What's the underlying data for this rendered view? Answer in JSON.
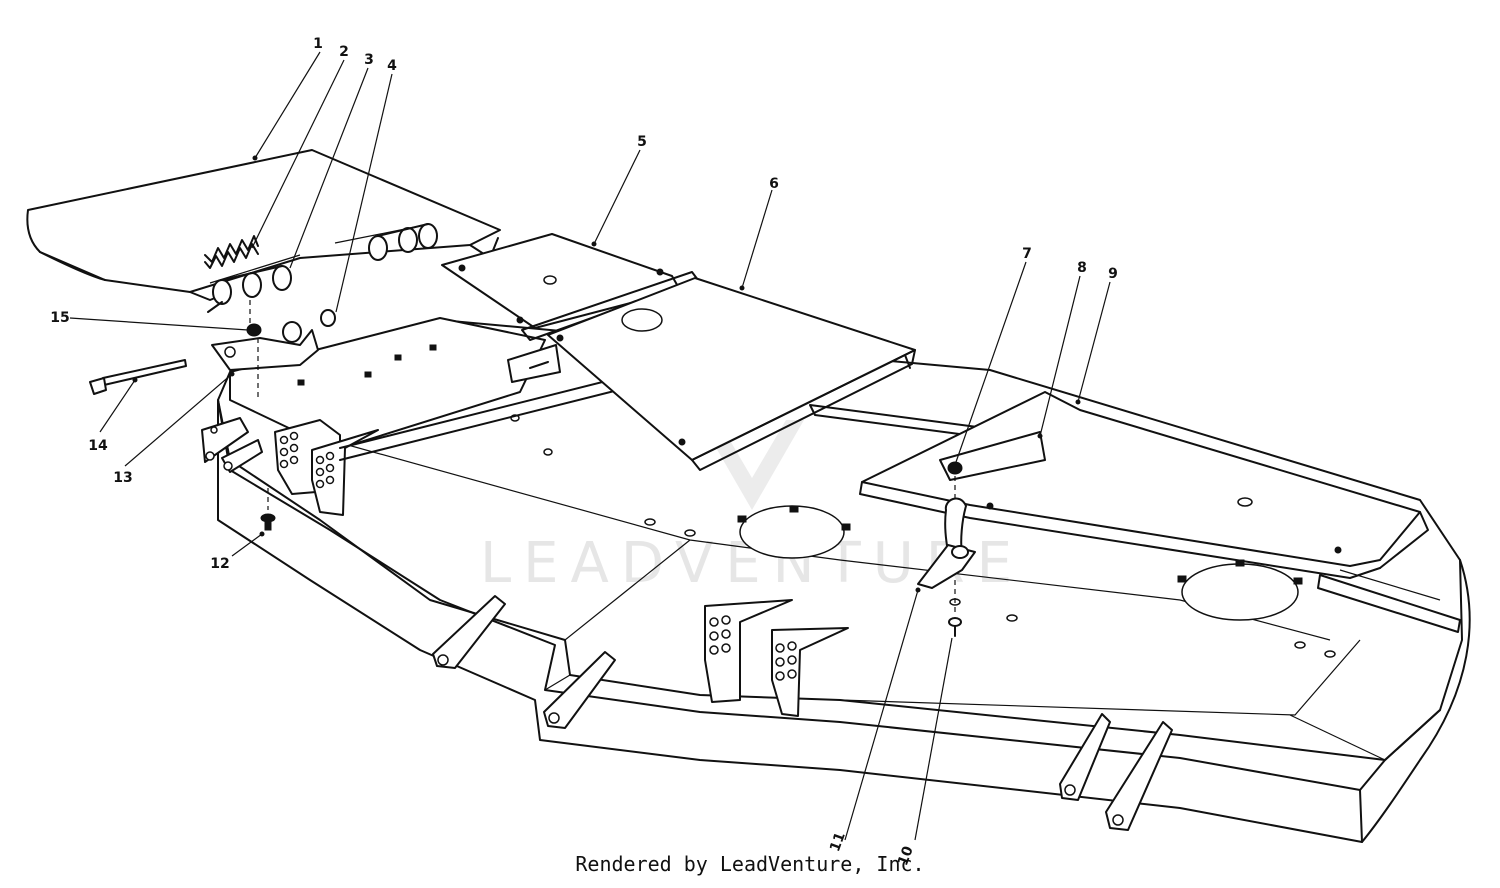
{
  "diagram": {
    "callouts": [
      {
        "id": "c1",
        "label": "1"
      },
      {
        "id": "c2",
        "label": "2"
      },
      {
        "id": "c3",
        "label": "3"
      },
      {
        "id": "c4",
        "label": "4"
      },
      {
        "id": "c5",
        "label": "5"
      },
      {
        "id": "c6",
        "label": "6"
      },
      {
        "id": "c7",
        "label": "7"
      },
      {
        "id": "c8",
        "label": "8"
      },
      {
        "id": "c9",
        "label": "9"
      },
      {
        "id": "c10",
        "label": "10"
      },
      {
        "id": "c11",
        "label": "11"
      },
      {
        "id": "c12",
        "label": "12"
      },
      {
        "id": "c13",
        "label": "13"
      },
      {
        "id": "c14",
        "label": "14"
      },
      {
        "id": "c15",
        "label": "15"
      }
    ],
    "watermark": "LEADVENTURE",
    "credit": "Rendered by LeadVenture, Inc."
  },
  "colors": {
    "line": "#111111",
    "background": "#ffffff",
    "watermark": "#e6e6e6"
  }
}
